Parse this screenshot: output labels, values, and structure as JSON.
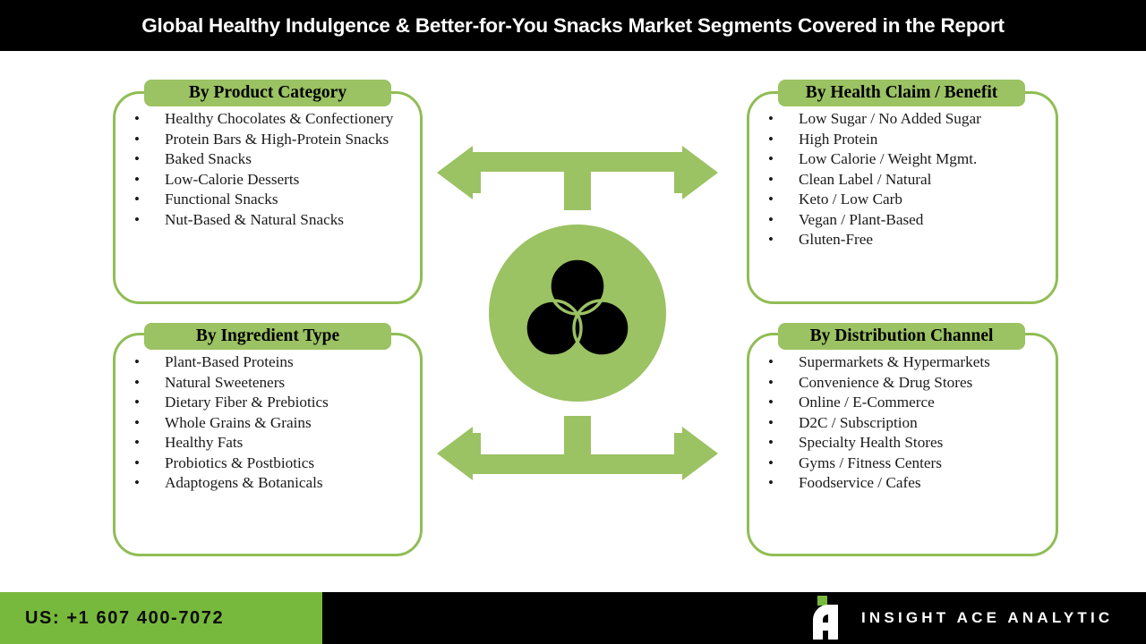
{
  "header": {
    "title": "Global Healthy Indulgence & Better-for-You Snacks Market Segments Covered in the Report"
  },
  "colors": {
    "header_bg": "#000000",
    "card_border": "#90bd55",
    "pill_bg": "#9bc263",
    "graphic_green": "#9bc263",
    "footer_green": "#77b93c",
    "footer_bg": "#000000",
    "text": "#1a1a1a"
  },
  "cards": [
    {
      "id": "product-category",
      "title": "By Product Category",
      "items": [
        "Healthy Chocolates & Confectionery",
        "Protein Bars & High-Protein Snacks",
        "Baked Snacks",
        "Low-Calorie Desserts",
        "Functional Snacks",
        "Nut-Based & Natural Snacks"
      ]
    },
    {
      "id": "health-claim-benefit",
      "title": "By Health Claim / Benefit",
      "items": [
        "Low Sugar / No Added Sugar",
        "High Protein",
        "Low Calorie / Weight Mgmt.",
        "Clean Label / Natural",
        "Keto / Low Carb",
        "Vegan / Plant-Based",
        "Gluten-Free"
      ]
    },
    {
      "id": "ingredient-type",
      "title": "By Ingredient Type",
      "items": [
        "Plant-Based Proteins",
        "Natural Sweeteners",
        "Dietary Fiber & Prebiotics",
        "Whole Grains & Grains",
        "Healthy Fats",
        "Probiotics & Postbiotics",
        "Adaptogens & Botanicals"
      ]
    },
    {
      "id": "distribution-channel",
      "title": "By Distribution Channel",
      "items": [
        "Supermarkets & Hypermarkets",
        "Convenience & Drug Stores",
        "Online / E-Commerce",
        "D2C / Subscription",
        "Specialty Health Stores",
        "Gyms / Fitness Centers",
        "Foodservice / Cafes"
      ]
    }
  ],
  "center_graphic": {
    "icon": "venn-diagram-icon",
    "arrows": [
      "double-arrow-up",
      "double-arrow-down"
    ]
  },
  "footer": {
    "phone": "US: +1 607 400-7072",
    "brand": "INSIGHT ACE ANALYTIC",
    "logo_icon": "insightace-a-logo-icon"
  }
}
